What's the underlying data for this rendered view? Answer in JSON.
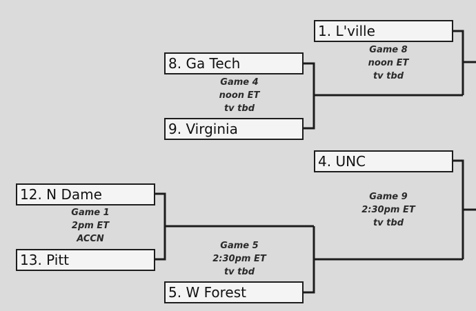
{
  "teams": {
    "louisville": "1. L'ville",
    "ga_tech": "8. Ga Tech",
    "virginia": "9. Virginia",
    "unc": "4. UNC",
    "notre_dame": "12. N Dame",
    "pitt": "13. Pitt",
    "wake_forest": "5. W Forest"
  },
  "games": {
    "game8": {
      "name": "Game 8",
      "time": "noon ET",
      "tv": "tv tbd"
    },
    "game4": {
      "name": "Game 4",
      "time": "noon ET",
      "tv": "tv tbd"
    },
    "game9": {
      "name": "Game 9",
      "time": "2:30pm ET",
      "tv": "tv tbd"
    },
    "game1": {
      "name": "Game 1",
      "time": "2pm ET",
      "tv": "ACCN"
    },
    "game5": {
      "name": "Game 5",
      "time": "2:30pm ET",
      "tv": "tv tbd"
    }
  },
  "colors": {
    "background": "#dbdbdb",
    "box_fill": "#f4f4f4",
    "line": "#1c1c1c"
  }
}
